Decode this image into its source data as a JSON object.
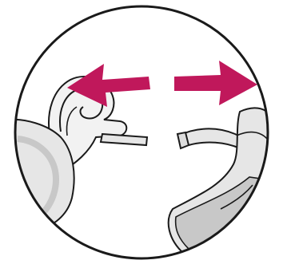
{
  "illustration": {
    "subject": "hearing-aid-earmold-detach",
    "colors": {
      "arrow": "#c0185b",
      "outline": "#1a1a1a",
      "device_fill": "#e6e6e6",
      "device_shade": "#c8c8c8",
      "earmold_fill": "#dcdcdc",
      "background": "#ffffff"
    },
    "arrows": [
      {
        "direction": "left"
      },
      {
        "direction": "right"
      }
    ]
  }
}
